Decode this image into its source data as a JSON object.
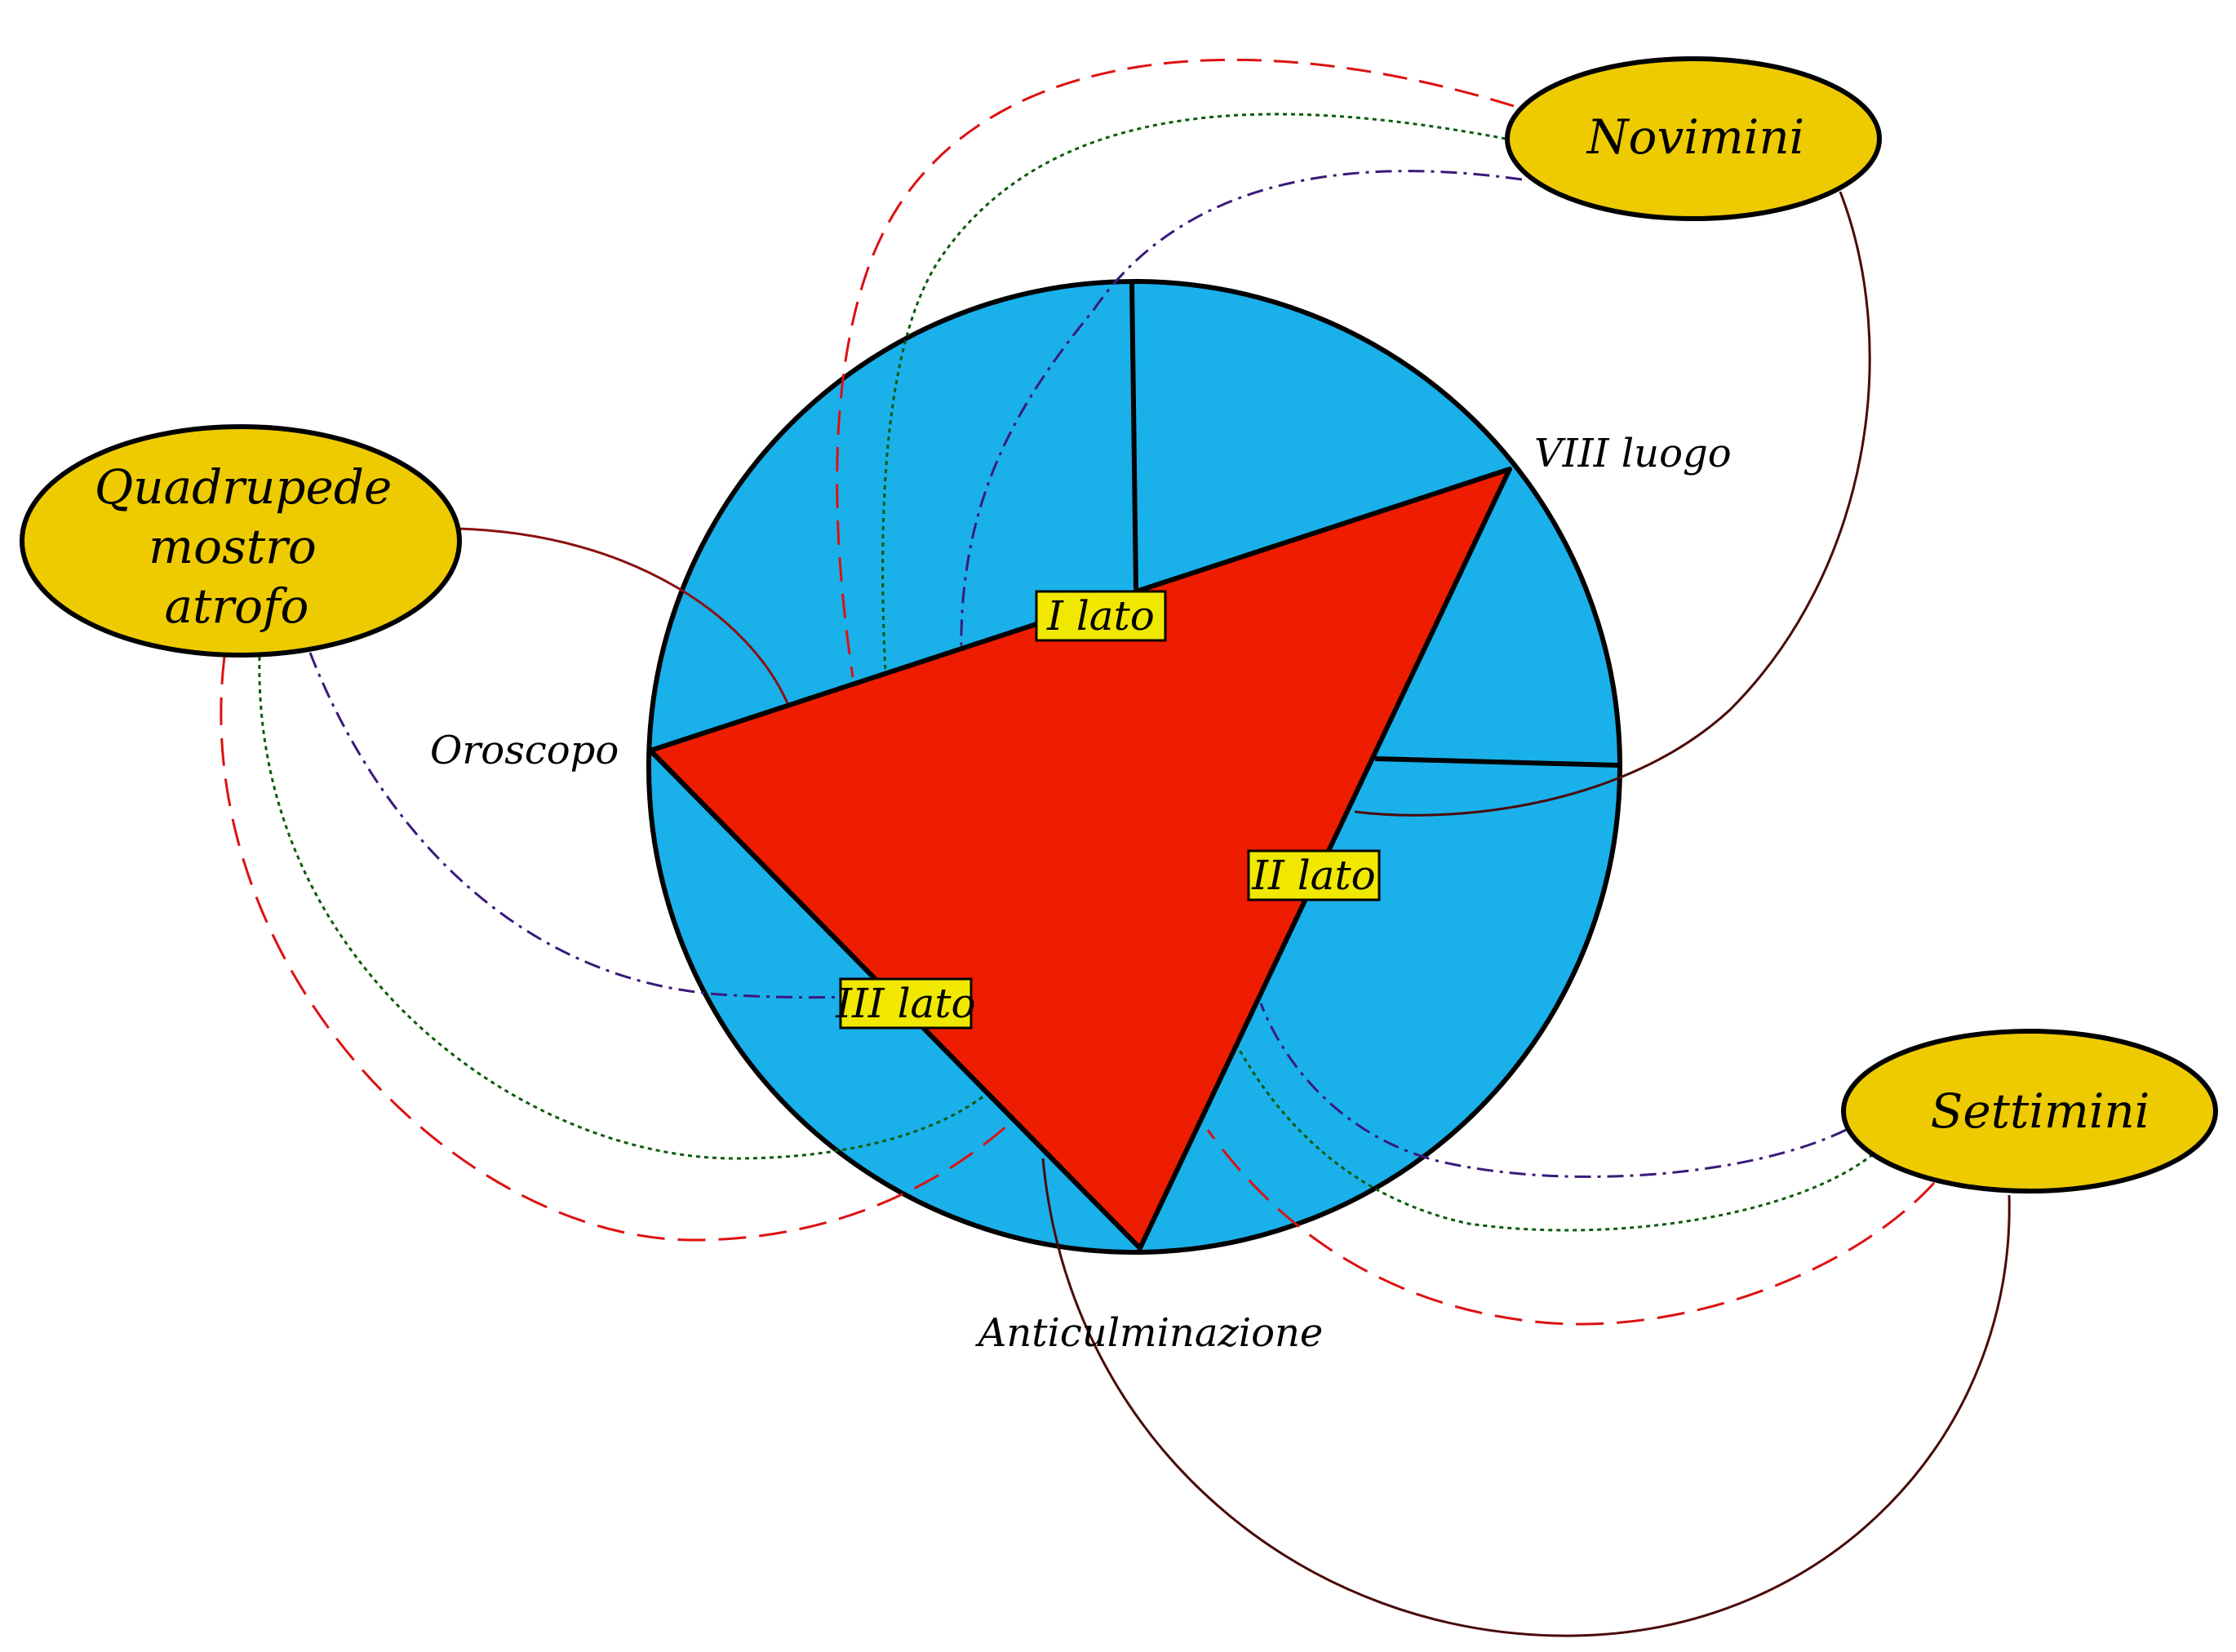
{
  "nodes": {
    "quadrupede_line1": "Quadrupede",
    "quadrupede_line2": "mostro",
    "quadrupede_line3": "atrofo",
    "novimini": "Novimini",
    "settimini": "Settimini"
  },
  "points": {
    "oroscopo": "Oroscopo",
    "viii_luogo": "VIII luogo",
    "anticulminazione": "Anticulminazione"
  },
  "sides": {
    "i_lato": "I lato",
    "ii_lato": "II lato",
    "iii_lato": "III lato"
  },
  "colors": {
    "circle_fill": "#1ab0ea",
    "triangle_fill": "#ee1c00",
    "oval_fill": "#eecb00",
    "side_tag_fill": "#f0e800",
    "line_red": "#dd1111",
    "line_green": "#0b5a0b",
    "line_purple": "#3a1a7a",
    "line_brown": "#4a0a0a",
    "line_darkred": "#8a1010"
  }
}
